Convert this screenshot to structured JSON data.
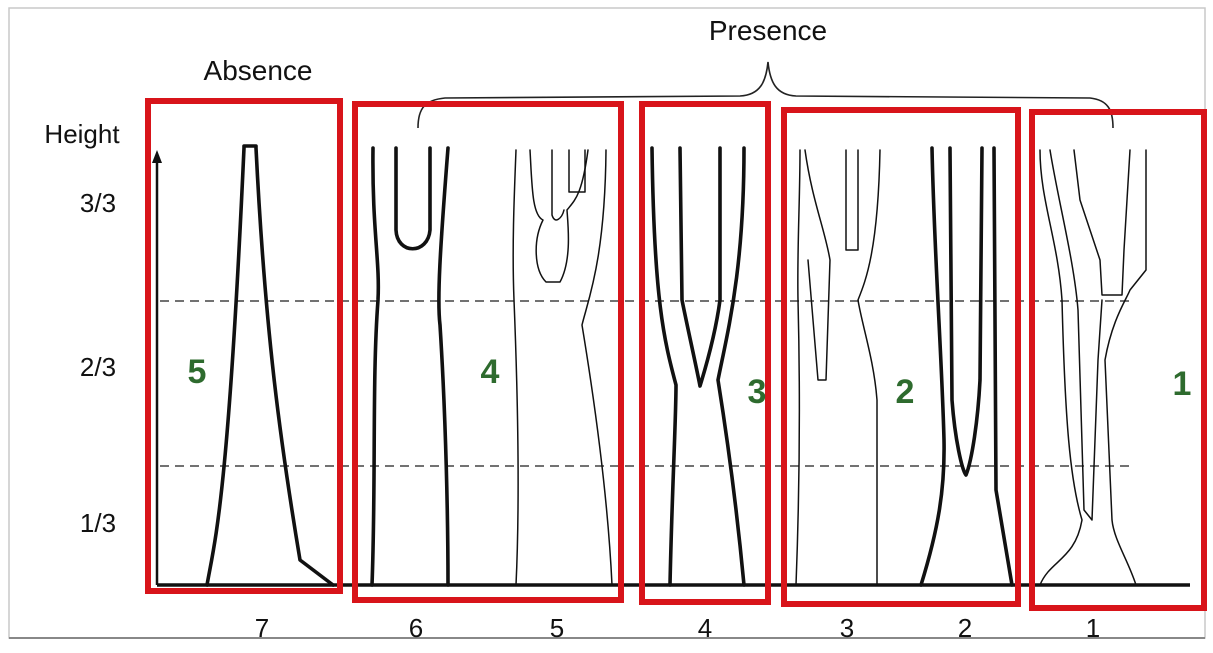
{
  "colors": {
    "frame": "#c9c9c9",
    "zone_box": "#d8141a",
    "zone_number": "#2e6b2e",
    "ink": "#111111"
  },
  "labels": {
    "absence": "Absence",
    "presence": "Presence",
    "height": "Height"
  },
  "height_levels": [
    "3/3",
    "2/3",
    "1/3"
  ],
  "stem_categories": [
    "7",
    "6",
    "5",
    "4",
    "3",
    "2",
    "1"
  ],
  "zones": [
    {
      "number": "5"
    },
    {
      "number": "4"
    },
    {
      "number": "3"
    },
    {
      "number": "2"
    },
    {
      "number": "1"
    }
  ]
}
